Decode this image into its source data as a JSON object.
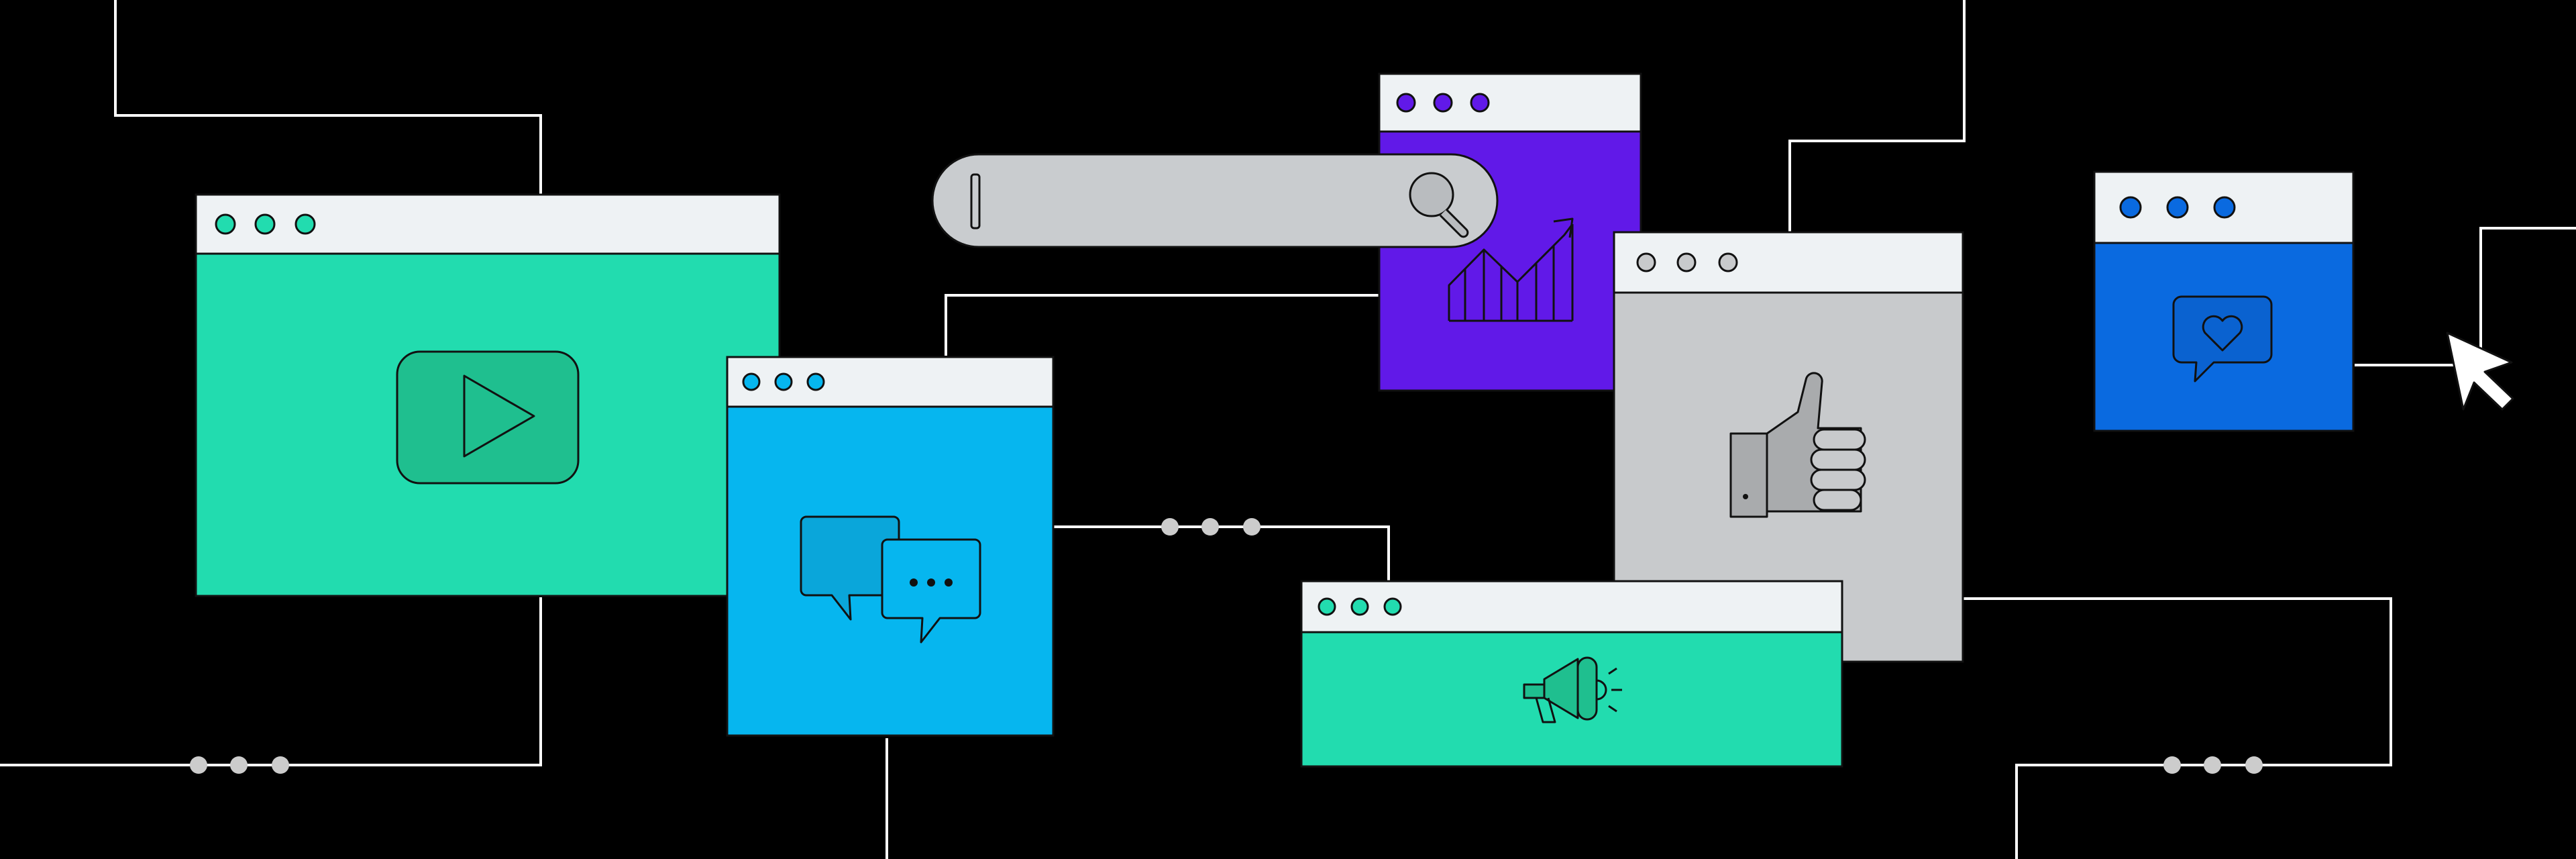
{
  "palette": {
    "background": "#000000",
    "line": "#ffffff",
    "titlebar": "#eef2f4",
    "outline": "#111111",
    "green": "#22dcaf",
    "green_dark": "#1fbf8f",
    "cyan": "#06b6ef",
    "cyan_dark": "#0aa6da",
    "purple": "#6119e8",
    "blue": "#0a6ae0",
    "gray": "#c8cacc",
    "gray_dark": "#a9abad",
    "search_fill": "#c9cccf",
    "dot_gray": "#cccccc"
  },
  "windows": [
    {
      "name": "video-window",
      "icon": "play-icon",
      "dot_color": "green"
    },
    {
      "name": "chat-window",
      "icon": "chat-bubbles-icon",
      "dot_color": "cyan"
    },
    {
      "name": "analytics-window",
      "icon": "growth-chart-icon",
      "dot_color": "purple"
    },
    {
      "name": "like-window",
      "icon": "thumbs-up-icon",
      "dot_color": "gray"
    },
    {
      "name": "announcement-window",
      "icon": "megaphone-icon",
      "dot_color": "green"
    },
    {
      "name": "favorite-window",
      "icon": "heart-message-icon",
      "dot_color": "blue"
    }
  ],
  "search_bar": {
    "icon": "search-icon",
    "value": ""
  },
  "cursor": {
    "icon": "cursor-arrow-icon"
  }
}
